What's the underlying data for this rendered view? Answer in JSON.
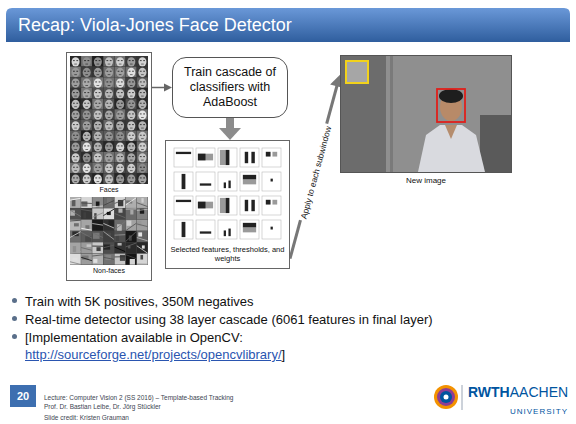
{
  "diagram": {
    "title": "Recap: Viola-Jones Face Detector",
    "nodes": [
      {
        "text": [
          "Faces",
          "Non-faces"
        ]
      },
      {
        "text": [
          "Train cascade of classifiers with AdaBoost"
        ]
      },
      {
        "text": [
          "Selected features, thresholds, and weights"
        ]
      },
      {
        "text": [
          "New image"
        ]
      }
    ],
    "edges": [
      {
        "from": 0,
        "to": 1,
        "arrow": "to"
      },
      {
        "from": 1,
        "to": 2,
        "arrow": "to"
      },
      {
        "from": 2,
        "to": 3,
        "label": "Apply to each subwindow",
        "arrow": "to"
      }
    ],
    "labels": [
      "Train with 5K positives, 350M negatives",
      "Real-time detector using 38 layer cascade (6061 features in final layer)",
      "[Implementation available in OpenCV:",
      "http://sourceforge.net/projects/opencvlibrary/",
      "]",
      "20",
      "Lecture: Computer Vision 2 (SS 2016) – Template-based Tracking",
      "Prof. Dr. Bastian Leibe, Dr. Jörg Stückler",
      "Slide credit: Kristen Grauman",
      "RWTH",
      "AACHEN",
      "UNIVERSITY"
    ]
  }
}
